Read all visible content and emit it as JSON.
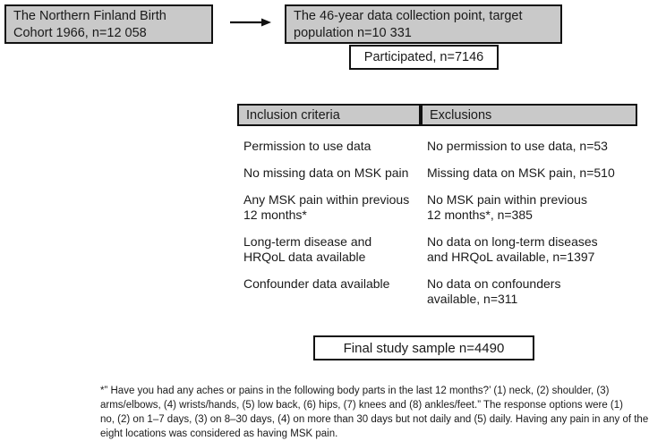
{
  "flow": {
    "cohort_box": "The Northern Finland Birth\nCohort 1966, n=12 058",
    "target_box": "The 46-year data collection point, target\npopulation n=10 331",
    "participated_box": "Participated, n=7146",
    "final_box": "Final study sample n=4490"
  },
  "table": {
    "headers": {
      "inclusion": "Inclusion criteria",
      "exclusions": "Exclusions"
    },
    "rows": [
      {
        "inclusion": "Permission to use data",
        "exclusion": "No permission to use data, n=53"
      },
      {
        "inclusion": "No missing data on MSK pain",
        "exclusion": "Missing data on MSK pain, n=510"
      },
      {
        "inclusion": "Any MSK pain within previous\n12 months*",
        "exclusion": "No MSK pain within previous\n12 months*, n=385"
      },
      {
        "inclusion": "Long-term disease and\nHRQoL data available",
        "exclusion": "No data on long-term diseases\nand HRQoL available, n=1397"
      },
      {
        "inclusion": "Confounder data available",
        "exclusion": "No data on confounders\navailable, n=311"
      }
    ]
  },
  "footnote": {
    "text": "*” Have you had any aches or pains in the following body parts in the last 12 months?’ (1) neck, (2) shoulder, (3)\narms/elbows, (4) wrists/hands, (5) low back, (6) hips, (7) knees and (8) ankles/feet.” The response options were (1)\nno, (2) on 1–7 days, (3) on 8–30 days, (4) on more than 30 days but not daily and (5) daily. Having any pain in any of the\neight locations was considered as having MSK pain."
  },
  "colors": {
    "box_fill": "#c9c9c9",
    "border": "#111111",
    "text": "#1a1a1a",
    "background": "#ffffff"
  }
}
